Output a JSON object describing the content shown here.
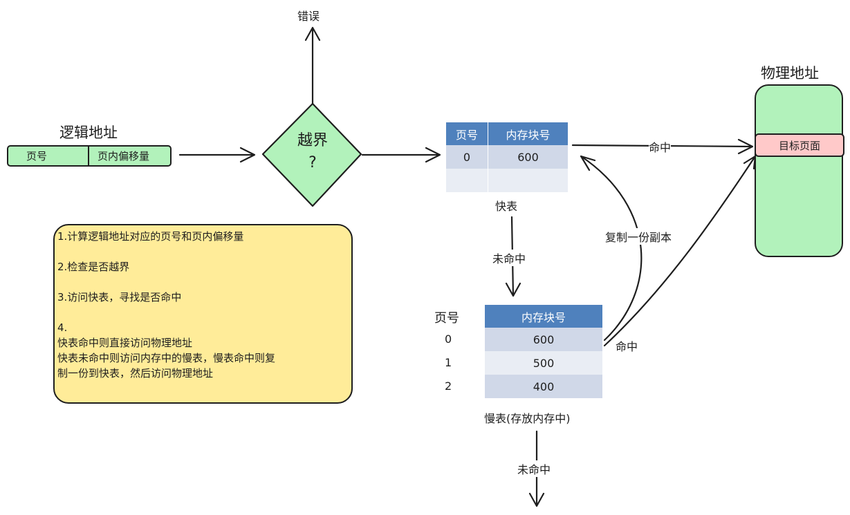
{
  "error_label": "错误",
  "logical_address": {
    "title": "逻辑地址",
    "page_no": "页号",
    "offset": "页内偏移量"
  },
  "decision": {
    "line1": "越界",
    "line2": "?"
  },
  "notes": [
    "1.计算逻辑地址对应的页号和页内偏移量",
    "",
    "2.检查是否越界",
    "",
    "3.访问快表，寻找是否命中",
    "",
    "4.",
    "快表命中则直接访问物理地址",
    "快表未命中则访问内存中的慢表，慢表命中则复",
    "制一份到快表，然后访问物理地址"
  ],
  "fast_table": {
    "headers": [
      "页号",
      "内存块号"
    ],
    "rows": [
      [
        "0",
        "600"
      ],
      [
        "",
        ""
      ]
    ],
    "caption": "快表"
  },
  "slow_table": {
    "page_header": "页号",
    "block_header": "内存块号",
    "pages": [
      "0",
      "1",
      "2"
    ],
    "blocks": [
      "600",
      "500",
      "400"
    ],
    "caption": "慢表(存放内存中)"
  },
  "edges": {
    "hit_fast": "命中",
    "miss_fast": "未命中",
    "copy": "复制一份副本",
    "hit_slow": "命中",
    "miss_slow": "未命中"
  },
  "physical": {
    "title": "物理地址",
    "target": "目标页面"
  },
  "colors": {
    "green_fill": "#b2f2bb",
    "yellow_fill": "#ffec99",
    "pink_fill": "#ffc9c9",
    "table_header": "#4f81bd",
    "table_row_dark": "#d0d8e8",
    "table_row_light": "#e9edf4"
  }
}
